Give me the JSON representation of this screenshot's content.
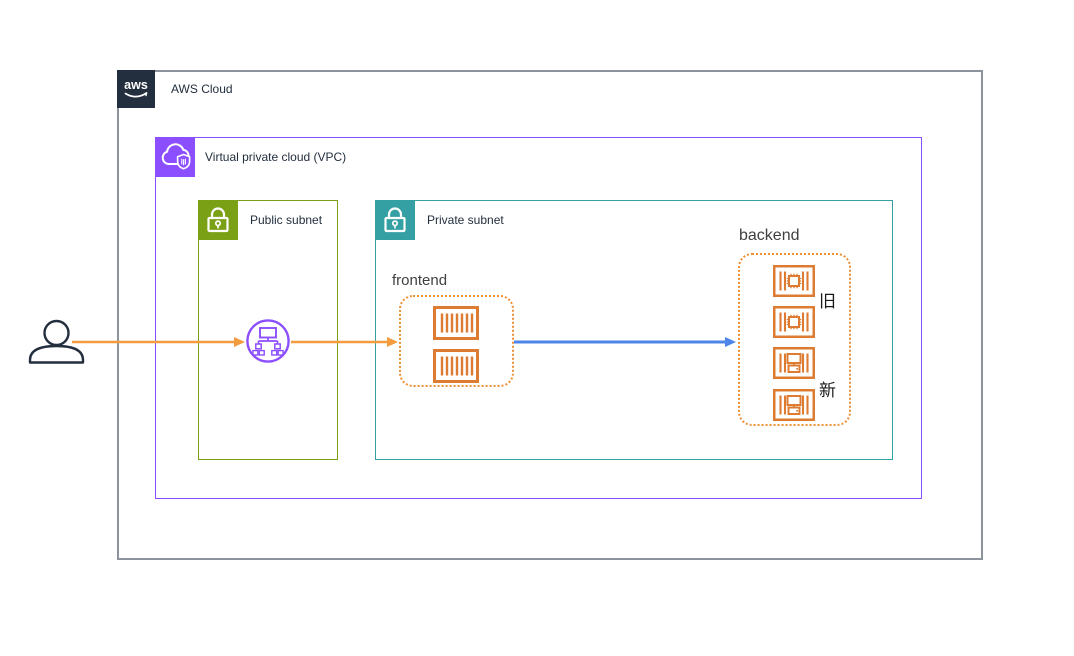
{
  "colors": {
    "aws_dark": "#232F3E",
    "cloud_border": "#8D939D",
    "vpc_purple": "#8C4FFF",
    "public_green": "#7AA116",
    "private_teal": "#35A0A3",
    "icon_orange": "#DD7B33",
    "group_orange": "#ED8F33",
    "arrow_orange": "#F29B3F",
    "arrow_blue": "#4D86E8",
    "label_dark": "#232F3E"
  },
  "diagram": {
    "aws_cloud": {
      "label": "AWS Cloud",
      "logo_text": "aws",
      "icon": "aws-logo-icon"
    },
    "vpc": {
      "label": "Virtual private cloud (VPC)",
      "icon": "vpc-cloud-shield-icon"
    },
    "public_subnet": {
      "label": "Public subnet",
      "icon": "lock-icon"
    },
    "private_subnet": {
      "label": "Private subnet",
      "icon": "lock-icon"
    },
    "load_balancer": {
      "icon": "elastic-load-balancer-icon"
    },
    "user": {
      "icon": "user-icon"
    },
    "frontend_group": {
      "label": "frontend",
      "container_count": 2,
      "icon": "container-icon"
    },
    "backend_group": {
      "label": "backend",
      "old_label": "旧",
      "new_label": "新",
      "old_container_count": 2,
      "new_container_count": 2,
      "old_icon": "container-chip-icon",
      "new_icon": "container-monitor-icon"
    },
    "arrows": [
      {
        "name": "user-to-load-balancer",
        "color": "#F29B3F"
      },
      {
        "name": "load-balancer-to-frontend",
        "color": "#F29B3F"
      },
      {
        "name": "frontend-to-backend",
        "color": "#4D86E8"
      }
    ]
  }
}
